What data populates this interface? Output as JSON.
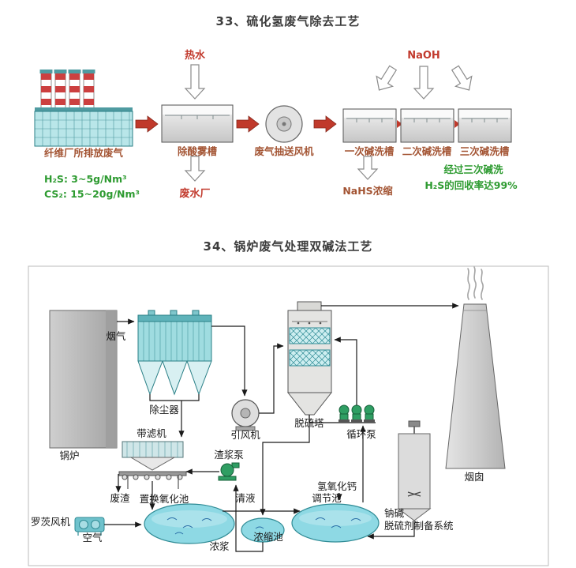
{
  "colors": {
    "red_label": "#c23b2e",
    "brown_label": "#a35433",
    "green_label": "#2e9b31",
    "teal_fill": "#9fdce0",
    "teal_line": "#2a7f86",
    "arrow_red": "#c0392b",
    "pool_water": "#8ed9e4",
    "pump_green": "#2f9e63"
  },
  "diagram1": {
    "title": "33、硫化氢废气除去工艺",
    "hot_water": "热水",
    "naoh": "NaOH",
    "factory_label": "纤维厂所排放废气",
    "h2s_line": "H₂S: 3~5g/Nm³",
    "cs2_line": "CS₂: 15~20g/Nm³",
    "acid_tank": "除酸雾槽",
    "wastewater_plant": "废水厂",
    "fan_label": "废气抽送风机",
    "alkali_tank_1": "一次碱洗槽",
    "alkali_tank_2": "二次碱洗槽",
    "alkali_tank_3": "三次碱洗槽",
    "nahs": "NaHS浓缩",
    "note_line1": "经过三次碱洗",
    "note_line2": "H₂S的回收率达99%"
  },
  "diagram2": {
    "title": "34、锅炉废气处理双碱法工艺",
    "boiler": "锅炉",
    "flue_gas": "烟气",
    "dust_collector": "除尘器",
    "id_fan": "引风机",
    "desulfur_tower": "脱硫塔",
    "circulation_pump": "循环泵",
    "chimney": "烟囱",
    "belt_filter": "带滤机",
    "slag_pump": "渣浆泵",
    "waste_residue": "废渣",
    "oxidation_pool": "置换氧化池",
    "clear_liquid": "清液",
    "thick_slurry": "浓浆",
    "concentration_pool": "浓缩池",
    "regulating_pool": "调节池",
    "calcium_hydroxide": "氢氧化钙",
    "soda_alkali": "钠碱",
    "prep_system": "脱硫剂制备系统",
    "roots_blower": "罗茨风机",
    "air": "空气"
  }
}
